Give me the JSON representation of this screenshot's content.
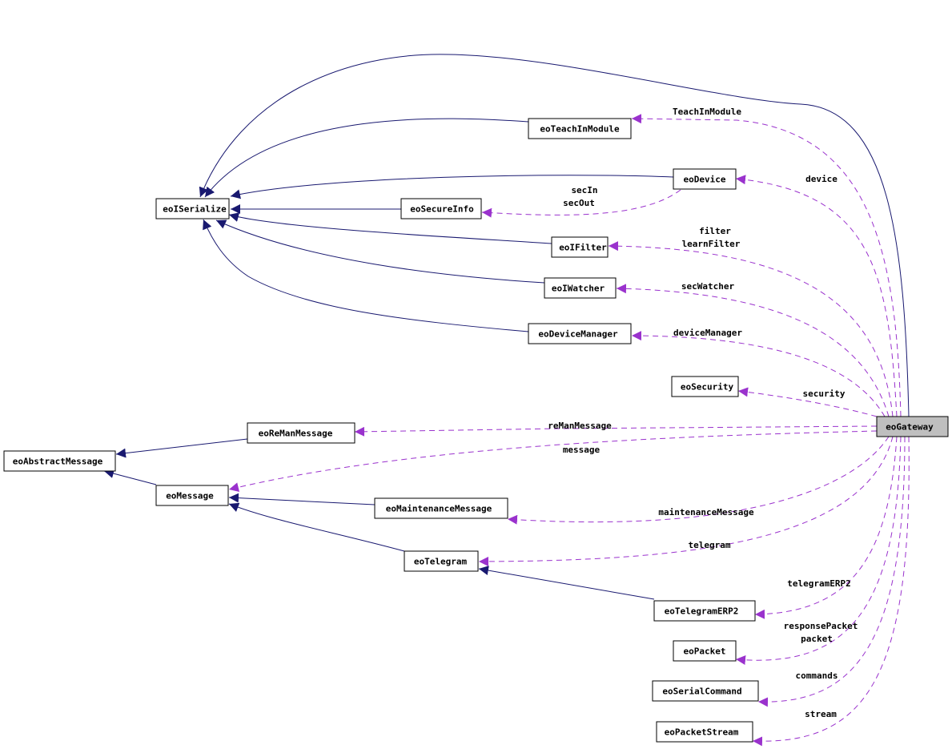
{
  "diagram": {
    "main_node": "eoGateway",
    "colors": {
      "inheritance": "#191970",
      "usage": "#9a32cd",
      "main_fill": "#bfbfbf"
    },
    "nodes": {
      "teachin": "eoTeachInModule",
      "device": "eoDevice",
      "iserialize": "eoISerialize",
      "secureinfo": "eoSecureInfo",
      "ifilter": "eoIFilter",
      "iwatcher": "eoIWatcher",
      "devicemanager": "eoDeviceManager",
      "security": "eoSecurity",
      "gateway": "eoGateway",
      "remanmessage": "eoReManMessage",
      "abstractmessage": "eoAbstractMessage",
      "message": "eoMessage",
      "maintenancemessage": "eoMaintenanceMessage",
      "telegram": "eoTelegram",
      "telegramerp2": "eoTelegramERP2",
      "packet": "eoPacket",
      "serialcommand": "eoSerialCommand",
      "packetstream": "eoPacketStream"
    },
    "edge_labels": {
      "teachin": "TeachInModule",
      "device": "device",
      "secin": "secIn",
      "secout": "secOut",
      "filter": "filter",
      "learnfilter": "learnFilter",
      "secwatcher": "secWatcher",
      "devicemanager": "deviceManager",
      "security": "security",
      "remanmessage": "reManMessage",
      "message": "message",
      "maintenancemessage": "maintenanceMessage",
      "telegram": "telegram",
      "telegramerp2": "telegramERP2",
      "responsepacket": "responsePacket",
      "packet": "packet",
      "commands": "commands",
      "stream": "stream"
    }
  }
}
